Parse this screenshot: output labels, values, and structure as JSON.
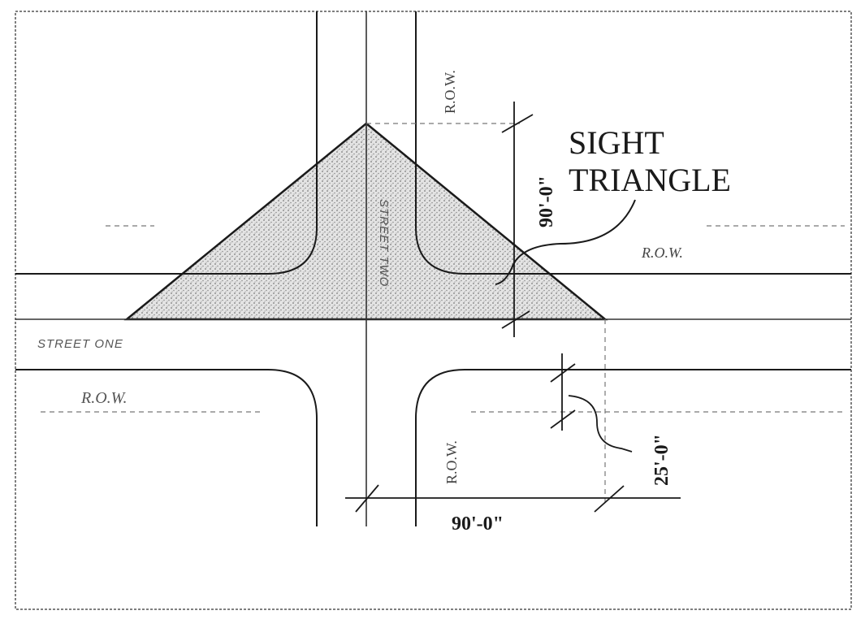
{
  "diagram": {
    "callout_title_line1": "SIGHT",
    "callout_title_line2": "TRIANGLE",
    "street_one_label": "STREET ONE",
    "street_two_label": "STREET TWO",
    "row_labels": {
      "upper_vertical": "R.O.W.",
      "upper_right": "R.O.W.",
      "lower_left": "R.O.W.",
      "lower_vertical": "R.O.W."
    },
    "dimensions": {
      "vertical_leg": "90'-0\"",
      "horizontal_leg": "90'-0\"",
      "setback": "25'-0\""
    }
  },
  "colors": {
    "ink": "#1a1a1a",
    "shading": "#b8b8b8",
    "background": "#ffffff"
  }
}
